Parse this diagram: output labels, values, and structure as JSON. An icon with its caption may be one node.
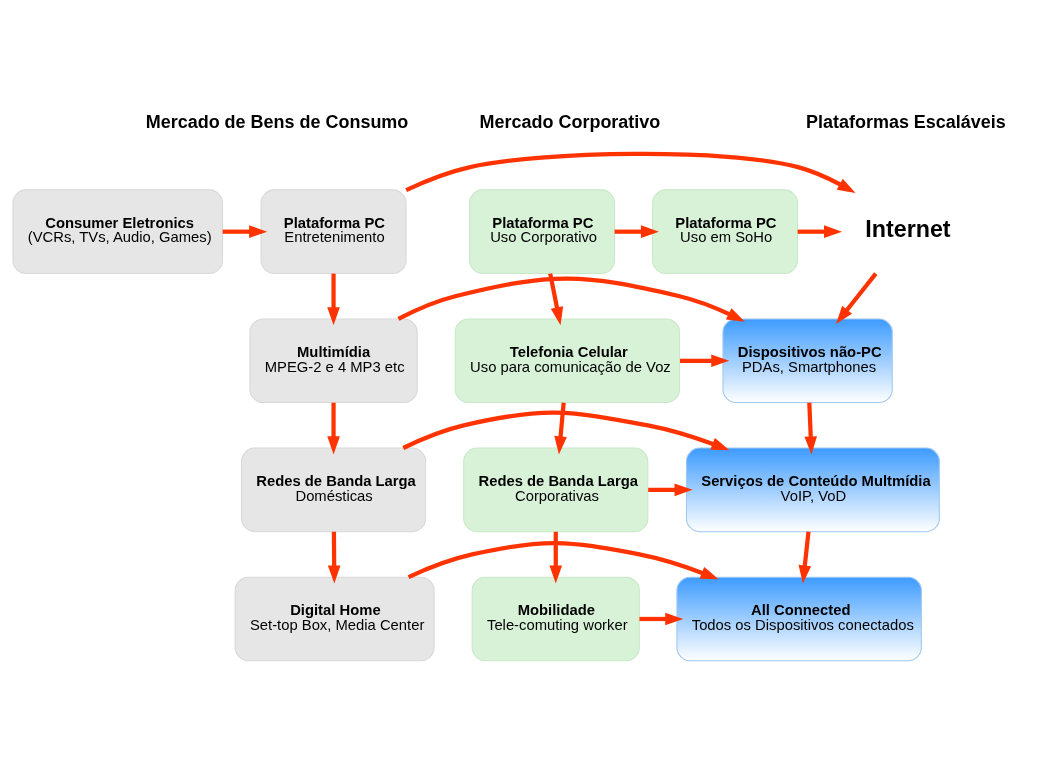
{
  "diagram": {
    "nodes": [
      {
        "text": [
          "Plataforma PC",
          "Uso Corporativo"
        ]
      },
      {
        "text": [
          "Plataforma PC",
          "Uso em SoHo"
        ]
      },
      {
        "text": [
          "Internet"
        ]
      },
      {
        "text": [
          "Plataforma PC",
          "Entretenimento"
        ]
      },
      {
        "text": [
          "Consumer Eletronics",
          "(VCRs, TVs, Audio, Games)"
        ]
      },
      {
        "text": [
          "Telefonia Celular",
          "Uso para comunicação de Voz"
        ]
      },
      {
        "text": [
          "Dispositivos não-PC",
          "PDAs, Smartphones"
        ]
      },
      {
        "text": [
          "Multimídia",
          "MPEG-2 e 4 MP3 etc"
        ]
      },
      {
        "text": [
          "Redes de Banda Larga",
          "Corporativas"
        ]
      },
      {
        "text": [
          "Serviços de Conteúdo Multmídia",
          "VoIP, VoD"
        ]
      },
      {
        "text": [
          "Redes de Banda Larga",
          "Domésticas"
        ]
      },
      {
        "text": [
          "Mobilidade",
          "Tele-comuting worker"
        ]
      },
      {
        "text": [
          "All Connected",
          "Todos os Dispositivos conectados"
        ]
      },
      {
        "text": [
          "Digital Home",
          "Set-top Box, Media Center"
        ]
      }
    ],
    "edges": [
      {
        "from": 0,
        "to": 1,
        "arrow": "to"
      },
      {
        "from": 1,
        "to": 2,
        "arrow": "to"
      },
      {
        "from": 3,
        "to": 2,
        "arrow": "to"
      },
      {
        "from": 4,
        "to": 3,
        "arrow": "to"
      },
      {
        "from": 0,
        "to": 5,
        "arrow": "to"
      },
      {
        "from": 2,
        "to": 6,
        "arrow": "to"
      },
      {
        "from": 3,
        "to": 7,
        "arrow": "to"
      },
      {
        "from": 5,
        "to": 6,
        "arrow": "to"
      },
      {
        "from": 7,
        "to": 6,
        "arrow": "to"
      },
      {
        "from": 5,
        "to": 8,
        "arrow": "to"
      },
      {
        "from": 6,
        "to": 9,
        "arrow": "to"
      },
      {
        "from": 7,
        "to": 10,
        "arrow": "to"
      },
      {
        "from": 8,
        "to": 9,
        "arrow": "to"
      },
      {
        "from": 10,
        "to": 9,
        "arrow": "to"
      },
      {
        "from": 8,
        "to": 11,
        "arrow": "to"
      },
      {
        "from": 9,
        "to": 12,
        "arrow": "to"
      },
      {
        "from": 10,
        "to": 13,
        "arrow": "to"
      },
      {
        "from": 11,
        "to": 12,
        "arrow": "to"
      },
      {
        "from": 13,
        "to": 12,
        "arrow": "to"
      }
    ],
    "labels": [
      "Mercado Corporativo",
      "Plataformas Escaláveis",
      "Mercado de Bens de Consumo"
    ]
  }
}
